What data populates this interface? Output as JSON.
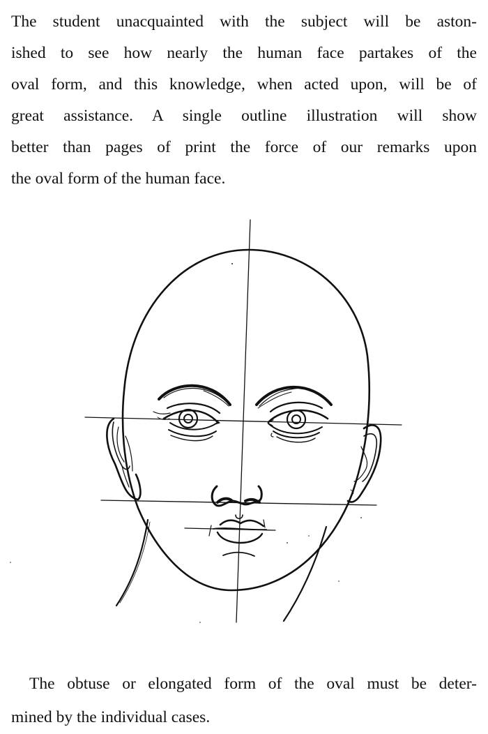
{
  "page": {
    "paragraphs": [
      {
        "lines": [
          "The student unacquainted with the subject will be aston-",
          "ished to see how nearly the human face partakes of the",
          "oval form, and this knowledge, when acted upon, will be of",
          "great assistance.  A single outline illustration will show",
          "better than pages of print the force of our remarks upon",
          "the oval form of the human face."
        ]
      },
      {
        "lines": [
          "The obtuse or elongated form of the oval must be deter-",
          "mined by the individual cases."
        ]
      }
    ],
    "figure": {
      "description": "Outline illustration of a frontal human face drawn on an oval, with a vertical center guideline and horizontal guidelines through the eyes, nose base and mouth",
      "colors": {
        "ink": "#111111",
        "paper": "#ffffff"
      }
    }
  }
}
